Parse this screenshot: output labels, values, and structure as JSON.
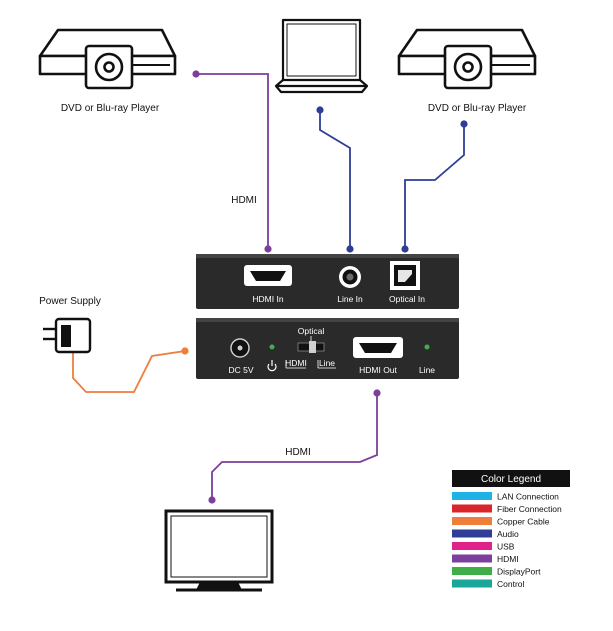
{
  "labels": {
    "dvd_left": "DVD or Blu-ray Player",
    "dvd_right": "DVD or Blu-ray Player",
    "hdmi_top": "HDMI",
    "hdmi_bottom": "HDMI",
    "power_supply": "Power Supply"
  },
  "rear_panel": {
    "hdmi_in": "HDMI In",
    "line_in": "Line In",
    "optical_in": "Optical In"
  },
  "front_panel": {
    "dc": "DC 5V",
    "switch_top": "Optical",
    "switch_left": "HDMI",
    "switch_right": "Line",
    "hdmi_out": "HDMI Out",
    "line": "Line"
  },
  "legend": {
    "title": "Color Legend",
    "items": [
      {
        "label": "LAN Connection",
        "color": "#1fb2e6"
      },
      {
        "label": "Fiber Connection",
        "color": "#d9262b"
      },
      {
        "label": "Copper Cable",
        "color": "#ef7d3c"
      },
      {
        "label": "Audio",
        "color": "#2e3d96"
      },
      {
        "label": "USB",
        "color": "#e0218a"
      },
      {
        "label": "HDMI",
        "color": "#7b3f9e"
      },
      {
        "label": "DisplayPort",
        "color": "#3fae49"
      },
      {
        "label": "Control",
        "color": "#1aa79a"
      }
    ]
  },
  "colors": {
    "hdmi": "#7b3f9e",
    "audio": "#2e3d96",
    "copper": "#ef7d3c",
    "device": "#2a2a2a",
    "led": "#3fae49"
  }
}
